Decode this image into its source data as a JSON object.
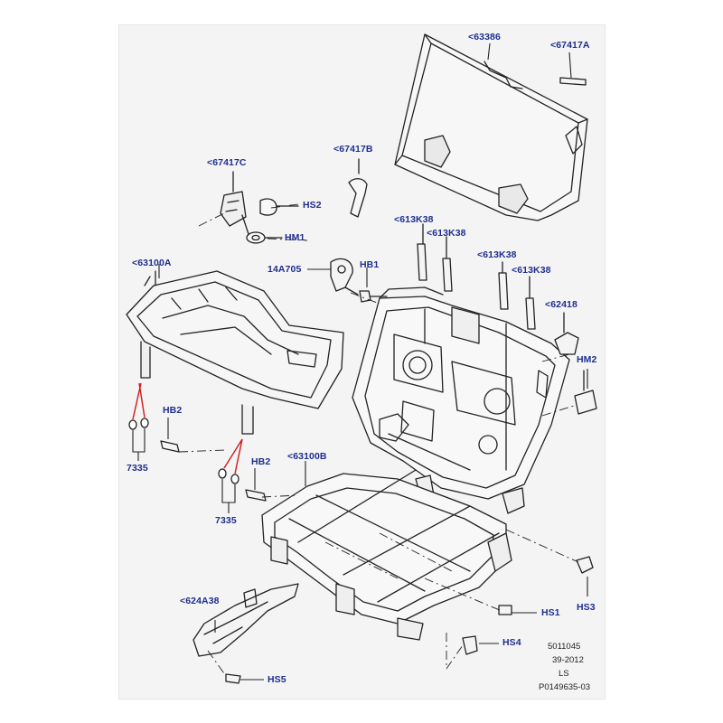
{
  "colors": {
    "background": "#f4f4f4",
    "linework": "#222222",
    "callout_text": "#1f2e8f",
    "leader_accent": "#d01818"
  },
  "callouts": {
    "c63386": "<63386",
    "c67417A": "<67417A",
    "c67417B": "<67417B",
    "c67417C": "<67417C",
    "hs2": "HS2",
    "hm1": "HM1",
    "c63100A": "<63100A",
    "p14A705": "14A705",
    "hb1": "HB1",
    "c613K38_1": "<613K38",
    "c613K38_2": "<613K38",
    "c613K38_3": "<613K38",
    "c613K38_4": "<613K38",
    "c62418": "<62418",
    "hm2": "HM2",
    "hb2_left": "HB2",
    "hb2_mid": "HB2",
    "p7335_left": "7335",
    "p7335_mid": "7335",
    "c63100B": "<63100B",
    "c624A38": "<624A38",
    "hs1": "HS1",
    "hs3": "HS3",
    "hs4": "HS4",
    "hs5": "HS5"
  },
  "meta": {
    "doc_number": "5011045",
    "date": "39-2012",
    "variant": "LS",
    "illustration_id": "P0149635-03"
  }
}
